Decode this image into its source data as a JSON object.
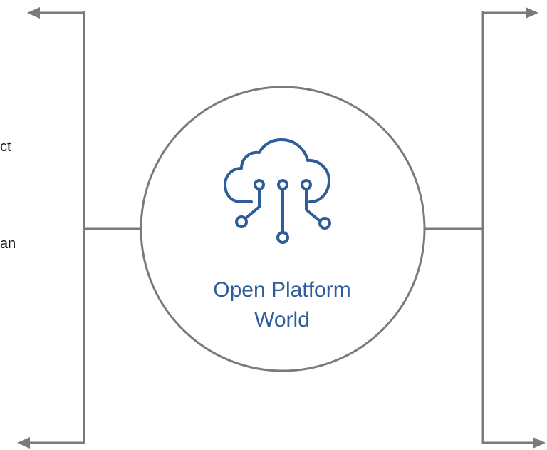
{
  "center": {
    "icon": "cloud-circuit-icon",
    "title_line1": "Open Platform",
    "title_line2": "World"
  },
  "left_cut_labels": {
    "label1": "ct",
    "label2": "an"
  },
  "colors": {
    "line": "#7a7a7a",
    "accent": "#2e5d9a",
    "text": "#1a1a1a"
  }
}
